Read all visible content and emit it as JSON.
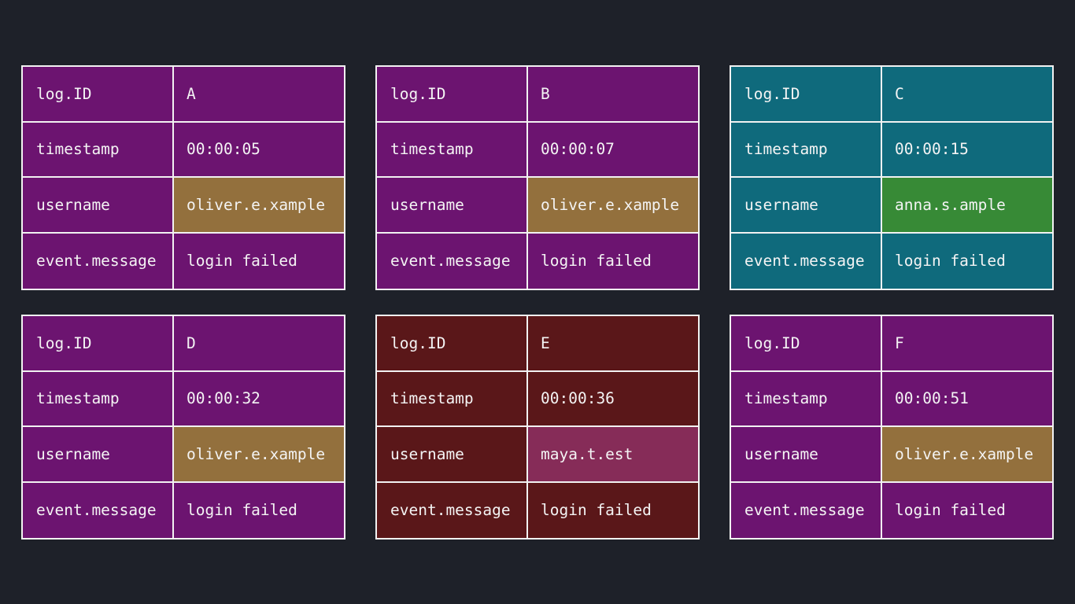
{
  "colors": {
    "background": "#1e2129",
    "purple": "#6c1470",
    "teal": "#0f6a7c",
    "maroon": "#5a1719",
    "ochre": "#93703d",
    "green": "#378a36",
    "pink": "#862c58",
    "border": "#f2f2f2"
  },
  "cards": [
    {
      "bg": "#6c1470",
      "rows": [
        {
          "key": "log.ID",
          "value": "A"
        },
        {
          "key": "timestamp",
          "value": "00:00:05"
        },
        {
          "key": "username",
          "value": "oliver.e.xample",
          "value_bg": "#93703d"
        },
        {
          "key": "event.message",
          "value": "login failed"
        }
      ]
    },
    {
      "bg": "#6c1470",
      "rows": [
        {
          "key": "log.ID",
          "value": "B"
        },
        {
          "key": "timestamp",
          "value": "00:00:07"
        },
        {
          "key": "username",
          "value": "oliver.e.xample",
          "value_bg": "#93703d"
        },
        {
          "key": "event.message",
          "value": "login failed"
        }
      ]
    },
    {
      "bg": "#0f6a7c",
      "rows": [
        {
          "key": "log.ID",
          "value": "C"
        },
        {
          "key": "timestamp",
          "value": "00:00:15"
        },
        {
          "key": "username",
          "value": "anna.s.ample",
          "value_bg": "#378a36"
        },
        {
          "key": "event.message",
          "value": "login failed"
        }
      ]
    },
    {
      "bg": "#6c1470",
      "rows": [
        {
          "key": "log.ID",
          "value": "D"
        },
        {
          "key": "timestamp",
          "value": "00:00:32"
        },
        {
          "key": "username",
          "value": "oliver.e.xample",
          "value_bg": "#93703d"
        },
        {
          "key": "event.message",
          "value": "login failed"
        }
      ]
    },
    {
      "bg": "#5a1719",
      "rows": [
        {
          "key": "log.ID",
          "value": "E"
        },
        {
          "key": "timestamp",
          "value": "00:00:36"
        },
        {
          "key": "username",
          "value": "maya.t.est",
          "value_bg": "#862c58"
        },
        {
          "key": "event.message",
          "value": "login failed"
        }
      ]
    },
    {
      "bg": "#6c1470",
      "rows": [
        {
          "key": "log.ID",
          "value": "F"
        },
        {
          "key": "timestamp",
          "value": "00:00:51"
        },
        {
          "key": "username",
          "value": "oliver.e.xample",
          "value_bg": "#93703d"
        },
        {
          "key": "event.message",
          "value": "login failed"
        }
      ]
    }
  ]
}
